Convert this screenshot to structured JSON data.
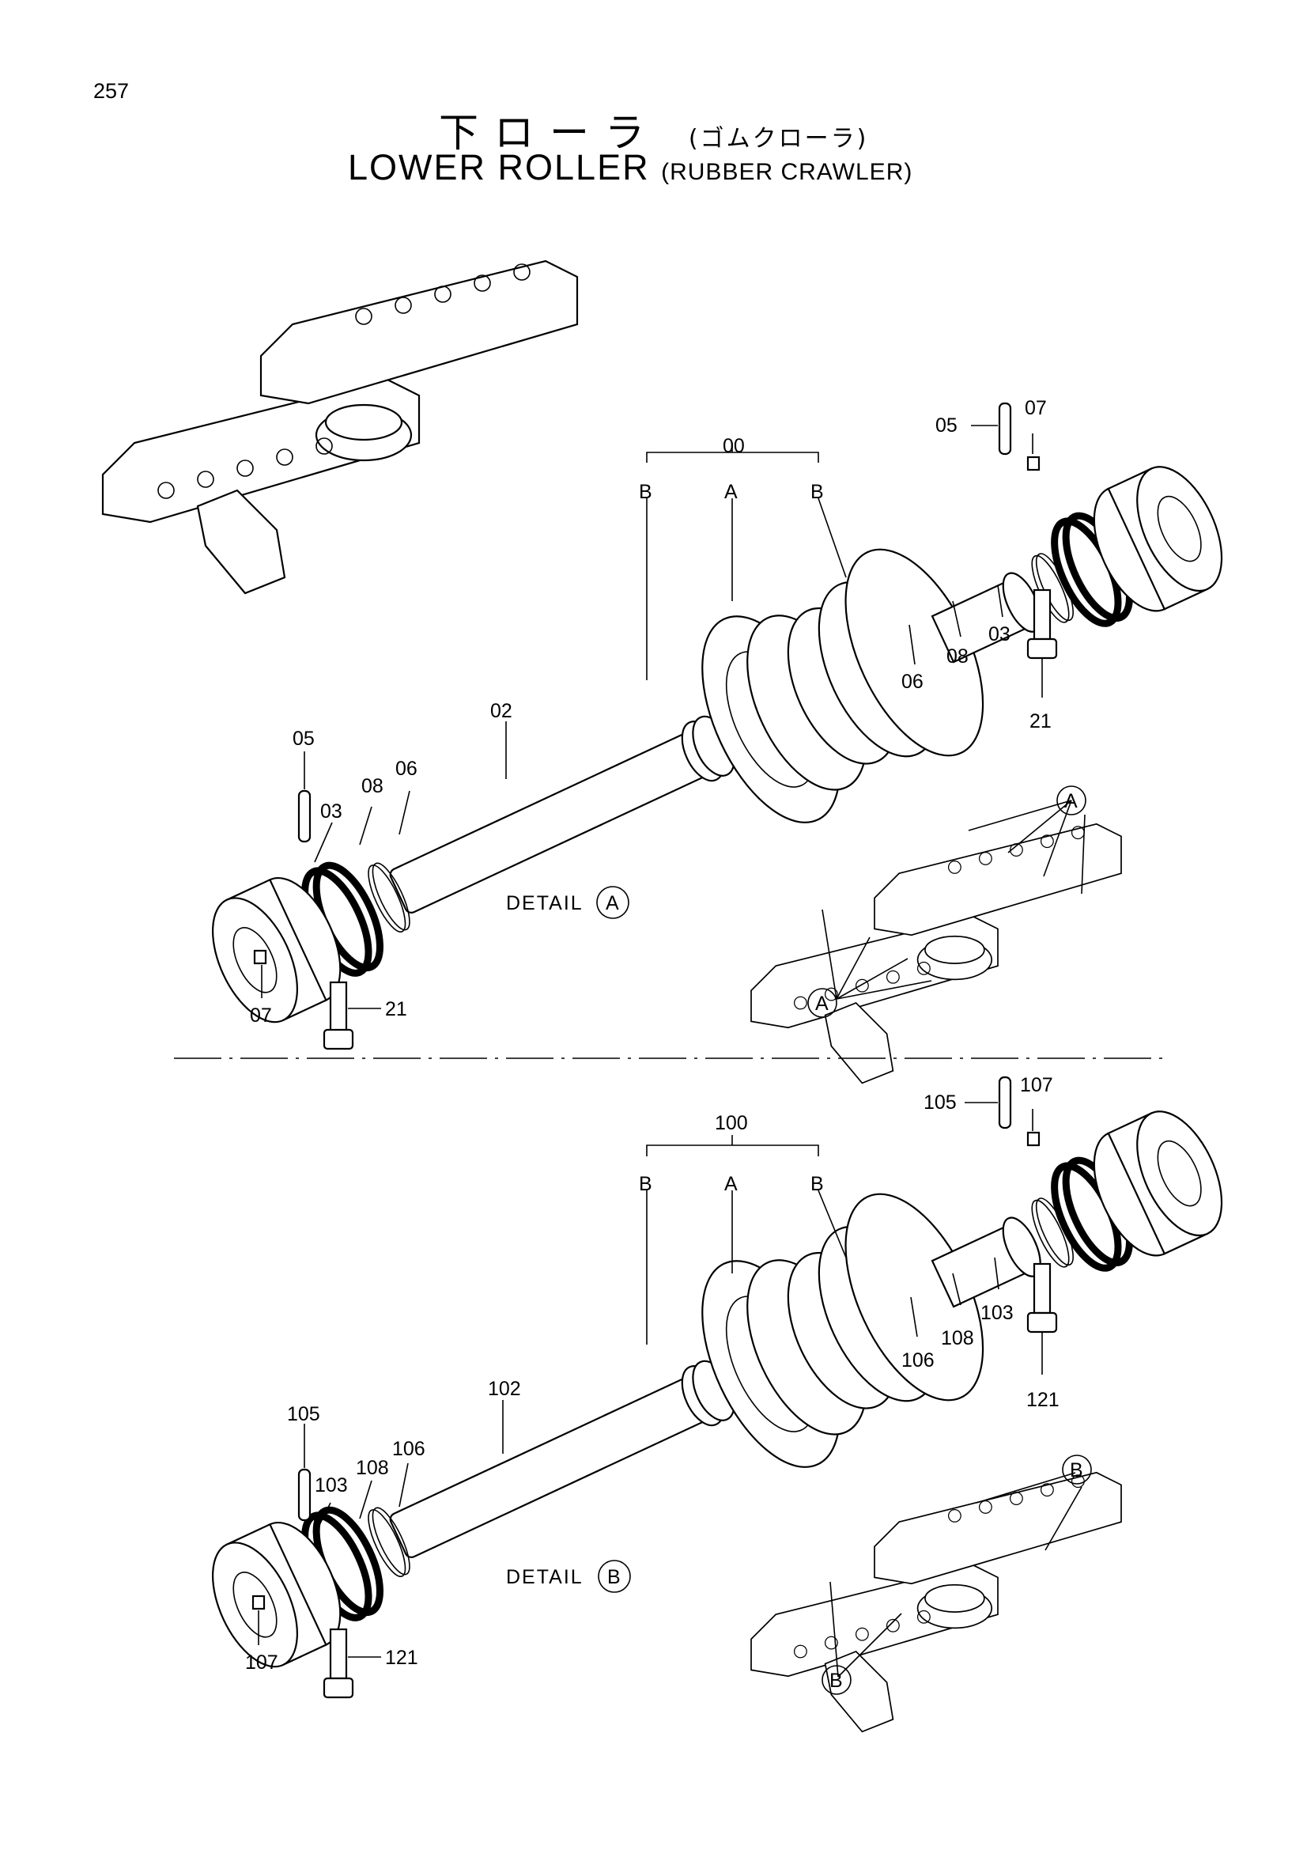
{
  "page_number": "257",
  "title_jp": "下ローラ",
  "title_jp_sub": "(ゴムクローラ)",
  "title_en": "LOWER ROLLER",
  "title_en_sub": "(RUBBER CRAWLER)",
  "detail_word": "DETAIL",
  "top": {
    "assembly": "00",
    "letter_a": "A",
    "letter_b": "B",
    "pin": "05",
    "plug": "07",
    "collar": "03",
    "seal": "08",
    "oring": "06",
    "shaft": "02",
    "bolt": "21",
    "detail_letter": "A"
  },
  "bottom": {
    "assembly": "100",
    "letter_a": "A",
    "letter_b": "B",
    "pin": "105",
    "plug": "107",
    "collar": "103",
    "seal": "108",
    "oring": "106",
    "shaft": "102",
    "bolt": "121",
    "detail_letter": "B"
  }
}
